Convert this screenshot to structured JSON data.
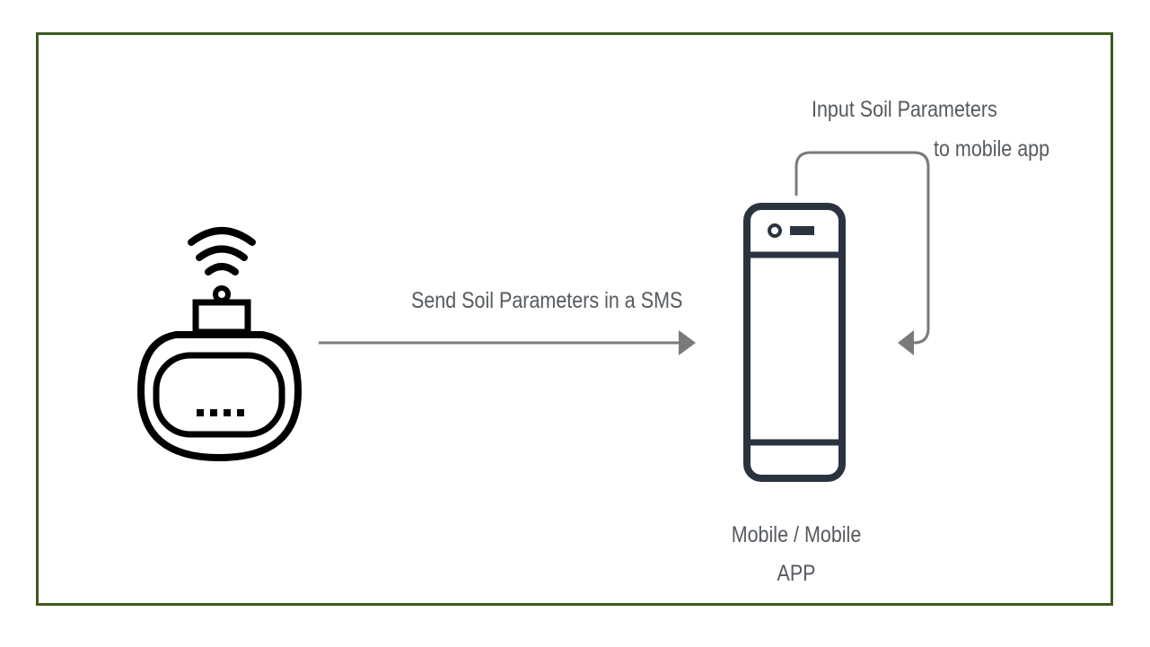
{
  "diagram": {
    "arrow_label": "Send Soil Parameters in a SMS",
    "loop_label_line1": "Input Soil Parameters",
    "loop_label_line2": "to mobile app",
    "mobile_label_line1": "Mobile / Mobile",
    "mobile_label_line2": "APP"
  },
  "icons": {
    "sensor": "soil-sensor-wireless-icon",
    "phone": "mobile-phone-icon"
  },
  "colors": {
    "frame_border": "#3d5a1e",
    "arrow": "#7a7a7a",
    "text": "#555a5f",
    "phone": "#2b3340",
    "sensor": "#000000"
  }
}
